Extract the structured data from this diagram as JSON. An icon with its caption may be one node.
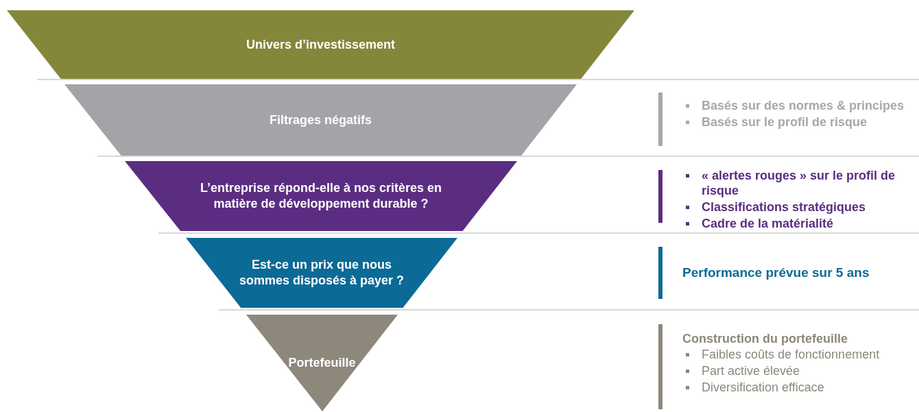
{
  "diagram": {
    "nodes": [
      {
        "text": [
          "Univers d’investissement"
        ]
      },
      {
        "text": [
          "Filtrages négatifs"
        ],
        "beside": [
          "Basés sur des normes & principes",
          "Basés sur le profil de risque"
        ]
      },
      {
        "text": [
          "L’entreprise répond-elle à nos critères en matière de développement durable ?"
        ],
        "beside": [
          "« alertes rouges » sur le profil de risque",
          "Classifications stratégiques",
          "Cadre de la matérialité"
        ]
      },
      {
        "text": [
          "Est-ce un prix que nous sommes disposés à payer ?"
        ]
      },
      {
        "text": [
          "Portefeuille"
        ],
        "beside": [
          "Construction du portefeuille",
          "Faibles coûts de fonctionnement",
          "Part active élevée",
          "Diversification efficace"
        ]
      }
    ],
    "labels": [
      "Performance prévue sur 5 ans"
    ]
  }
}
